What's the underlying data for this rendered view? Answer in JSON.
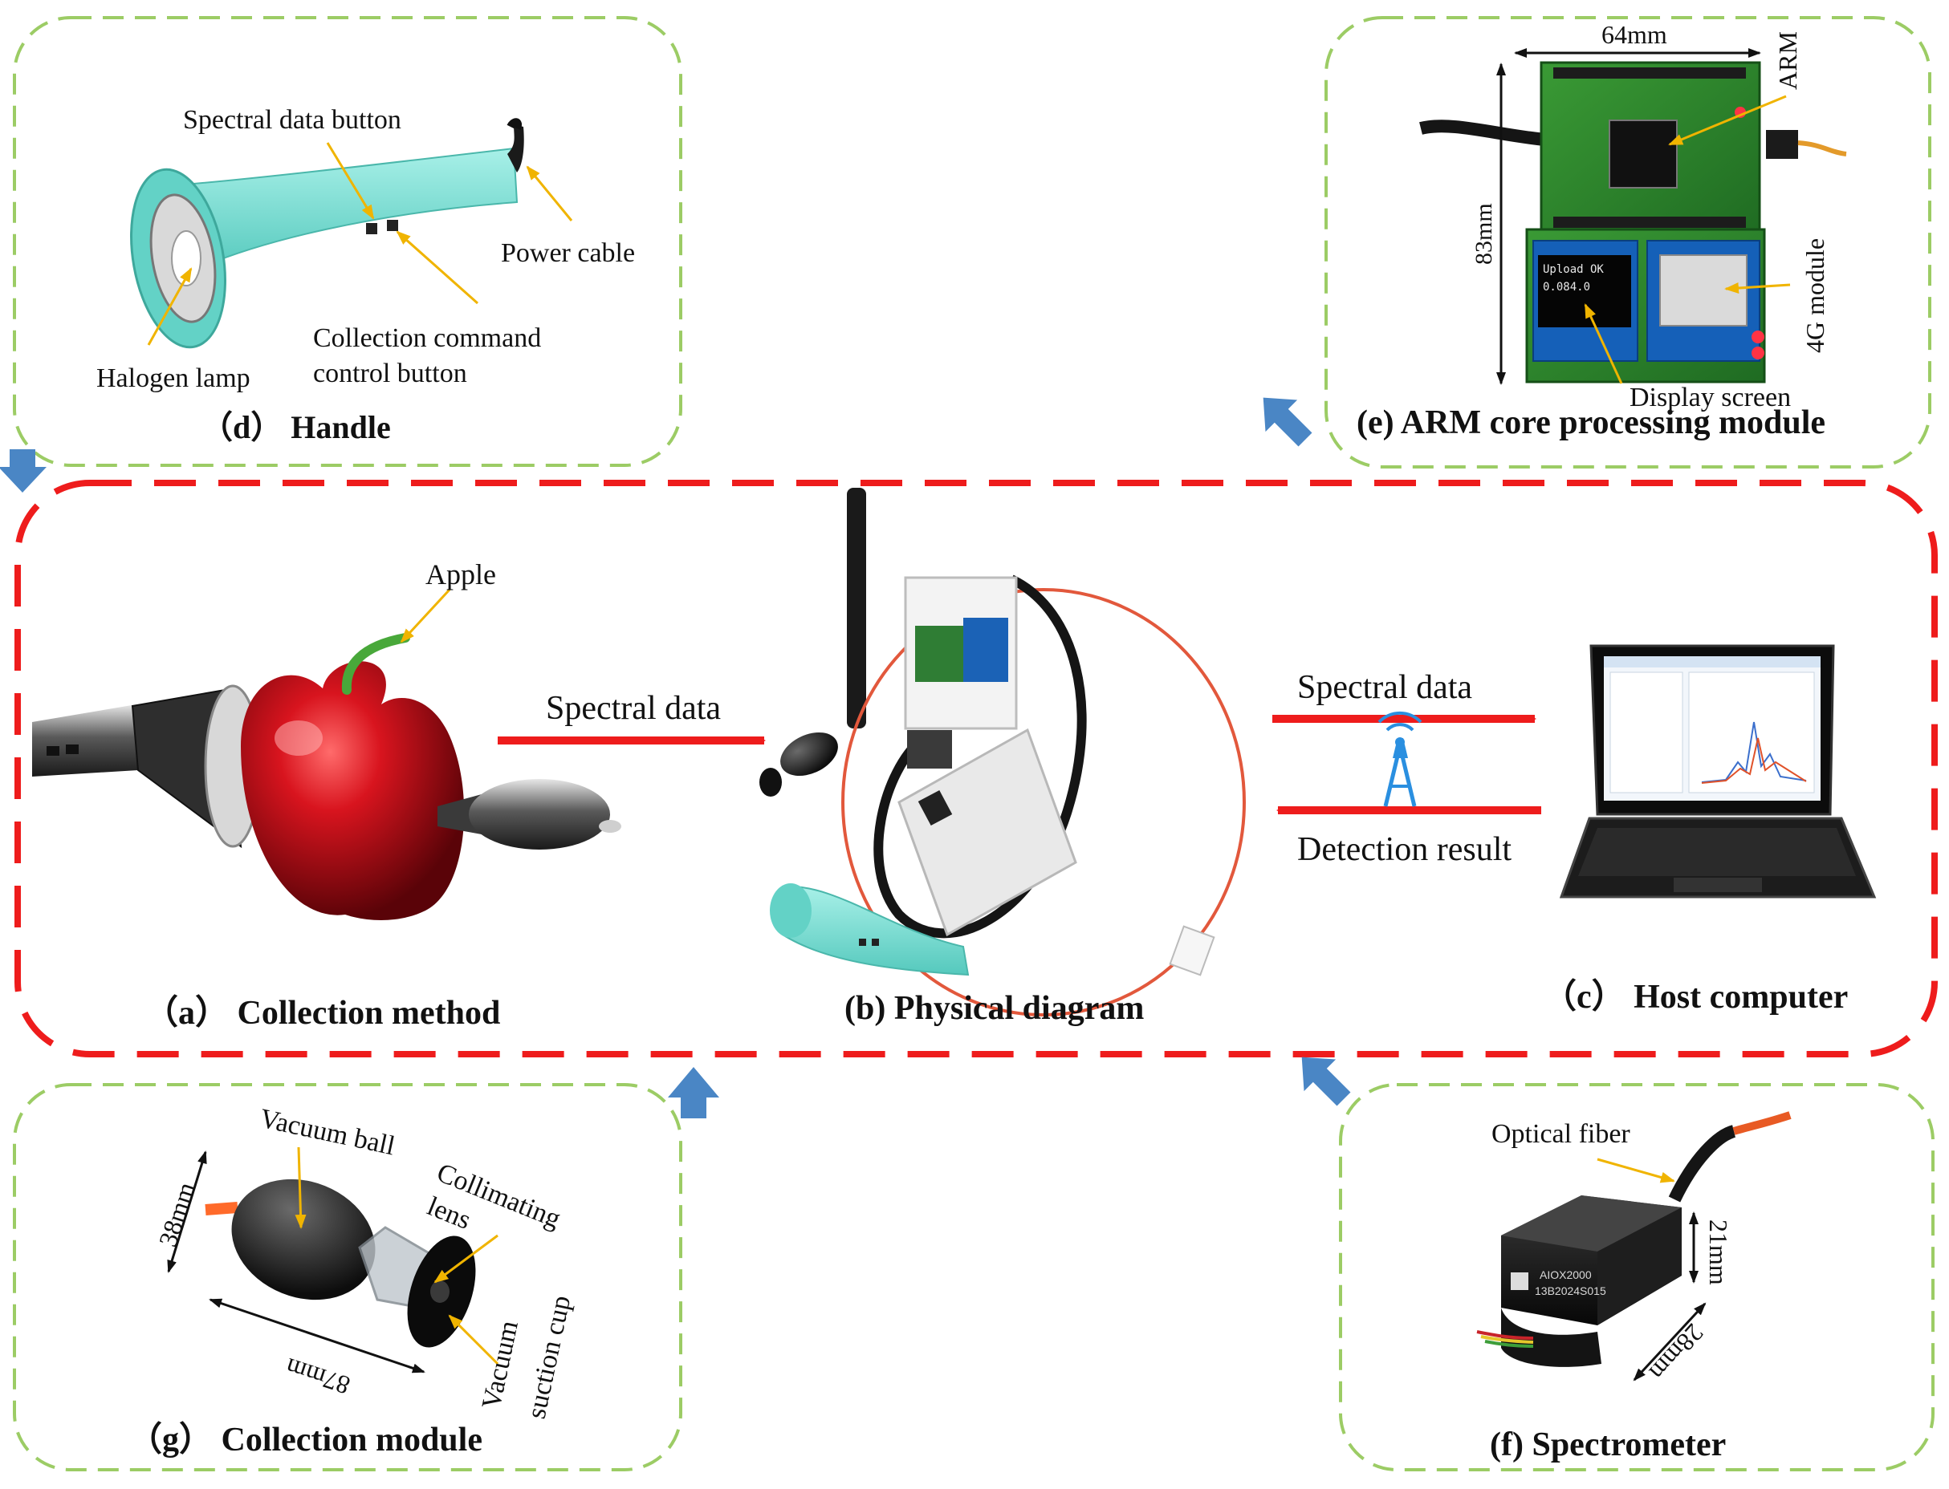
{
  "colors": {
    "green_dash": "#9ccc65",
    "red_dash": "#ee1c1c",
    "blue_arrow": "#4a86c5",
    "red_arrow": "#ee1c1c",
    "pointer": "#f0b400",
    "handle_teal": "#7fe0d5",
    "apple_red": "#c2121b"
  },
  "panel_d": {
    "caption": "（d） Handle",
    "labels": {
      "spectral_button": "Spectral data button",
      "power_cable": "Power cable",
      "collection_line1": "Collection command",
      "collection_line2": "control button",
      "halogen": "Halogen lamp"
    }
  },
  "panel_e": {
    "caption": "(e) ARM core processing module",
    "labels": {
      "width": "64mm",
      "height": "83mm",
      "arm": "ARM",
      "module_4g": "4G module",
      "display": "Display screen",
      "oled_line1": "Upload  OK",
      "oled_line2": "0.084.0"
    }
  },
  "panel_a": {
    "caption": "（a） Collection method",
    "labels": {
      "apple": "Apple",
      "spectral_data": "Spectral data"
    }
  },
  "panel_b": {
    "caption": "(b) Physical diagram"
  },
  "panel_c": {
    "caption": "（c） Host computer",
    "labels": {
      "spectral_data": "Spectral data",
      "detection": "Detection result"
    }
  },
  "panel_g": {
    "caption": "（g） Collection module",
    "labels": {
      "vacuum_ball": "Vacuum ball",
      "collimating_line1": "Collimating",
      "collimating_line2": "lens",
      "length": "87mm",
      "diameter": "38mm",
      "suction_line1": "Vacuum",
      "suction_line2": "suction cup"
    }
  },
  "panel_f": {
    "caption": "(f) Spectrometer",
    "labels": {
      "fiber": "Optical fiber",
      "height": "21mm",
      "depth": "28mm",
      "model_line1": "AIOX2000",
      "model_line2": "13B2024S015"
    }
  }
}
